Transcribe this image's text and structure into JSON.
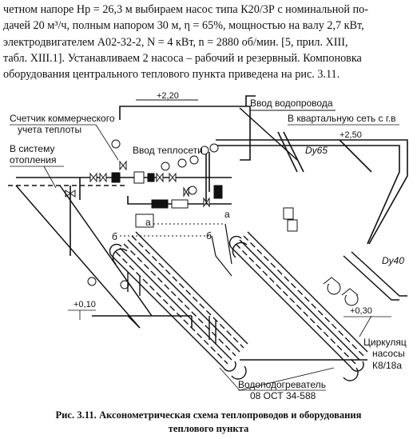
{
  "paragraph": {
    "lines": [
      "четном напоре Hр = 26,3 м выбираем насос типа К20/3Р с номинальной по-",
      "дачей 20 м³/ч, полным напором 30 м, η = 65%, мощностью на валу 2,7 кВт,",
      "электродвигателем А02-32-2, N = 4 кВт, n = 2880 об/мин. [5, прил. XIII,",
      "табл. XIII.1]. Устанавливаем 2 насоса – рабочий и резервный. Компоновка",
      "оборудования центрального теплового пункта приведена на рис. 3.11."
    ]
  },
  "figure": {
    "labels": {
      "elev_top": "+2,20",
      "water_inlet": "Ввод водопровода",
      "meter_line1": "Счетчик коммерческого",
      "meter_line2": "учета теплоты",
      "to_network": "В квартальную сеть с г.в",
      "elev_right": "+2,50",
      "dy65": "Dy65",
      "to_heating_line1": "В систему",
      "to_heating_line2": "отопления",
      "heat_inlet": "Ввод теплосети",
      "point_a1": "а",
      "point_a2": "а",
      "point_b1": "б",
      "point_b2": "б",
      "dy40": "Dy40",
      "elev_left": "+0,10",
      "elev_pump": "+0,30",
      "pumps_line1": "Циркуляц",
      "pumps_line2": "насосы",
      "pumps_line3": "К8/18а",
      "heater_line1": "Водоподогреватель",
      "heater_line2": "08 ОСТ 34-588"
    }
  },
  "caption": {
    "line1": "Рис. 3.11. Аксонометрическая схема теплопроводов и оборудования",
    "line2": "теплового пункта"
  }
}
